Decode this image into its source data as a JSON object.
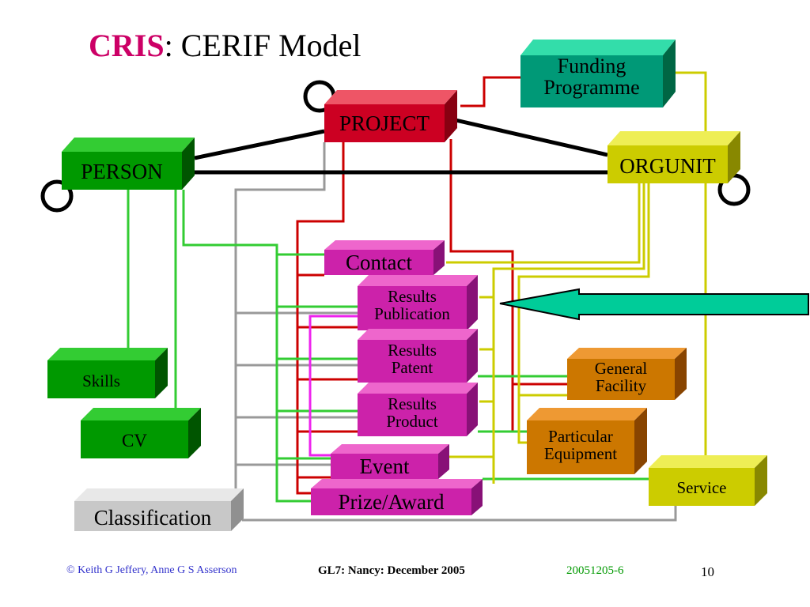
{
  "title": {
    "highlight": "CRIS",
    "rest": ": CERIF Model"
  },
  "entities": {
    "project": "PROJECT",
    "person": "PERSON",
    "orgunit": "ORGUNIT",
    "funding_line1": "Funding",
    "funding_line2": "Programme",
    "contact": "Contact",
    "pub_line1": "Results",
    "pub_line2": "Publication",
    "patent_line1": "Results",
    "patent_line2": "Patent",
    "product_line1": "Results",
    "product_line2": "Product",
    "event": "Event",
    "prize": "Prize/Award",
    "skills": "Skills",
    "cv": "CV",
    "classification": "Classification",
    "facility_line1": "General",
    "facility_line2": "Facility",
    "equip_line1": "Particular",
    "equip_line2": "Equipment",
    "service": "Service"
  },
  "colors": {
    "highlight": "#cc0066",
    "project": "#cc0022",
    "person": "#009900",
    "orgunit": "#cccc00",
    "funding": "#009977",
    "results": "#cc22aa",
    "facility": "#cc7700",
    "service": "#cccc00",
    "classification": "#c8c8c8",
    "arrow": "#00cc99"
  },
  "footer": {
    "copyright": "© Keith G Jeffery, Anne G S Asserson",
    "event": "GL7: Nancy: December 2005",
    "code": "20051205-6",
    "page": "10"
  }
}
